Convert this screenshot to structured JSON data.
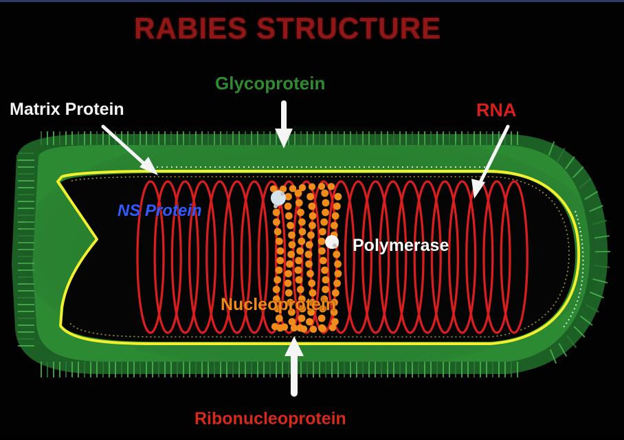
{
  "title": "RABIES STRUCTURE",
  "labels": {
    "glycoprotein": "Glycoprotein",
    "matrix_protein": "Matrix Protein",
    "rna": "RNA",
    "ns_protein": "NS Protein",
    "polymerase": "Polymerase",
    "nucleoprotein": "Nucleoprotein",
    "ribonucleoprotein": "Ribonucleoprotein"
  },
  "colors": {
    "background": "#000000",
    "title": "#8f1717",
    "glycoprotein_label": "#2f8b2f",
    "glycoprotein_spikes": "#1f6d2a",
    "envelope": "#f2ef2f",
    "rna": "#d81e1e",
    "nucleoprotein": "#f28a18",
    "matrix_label": "#f4f4f4",
    "ns_label": "#2f5bff",
    "polymerase_label": "#ffffff",
    "ribonucleoprotein_label": "#d82a1a"
  }
}
